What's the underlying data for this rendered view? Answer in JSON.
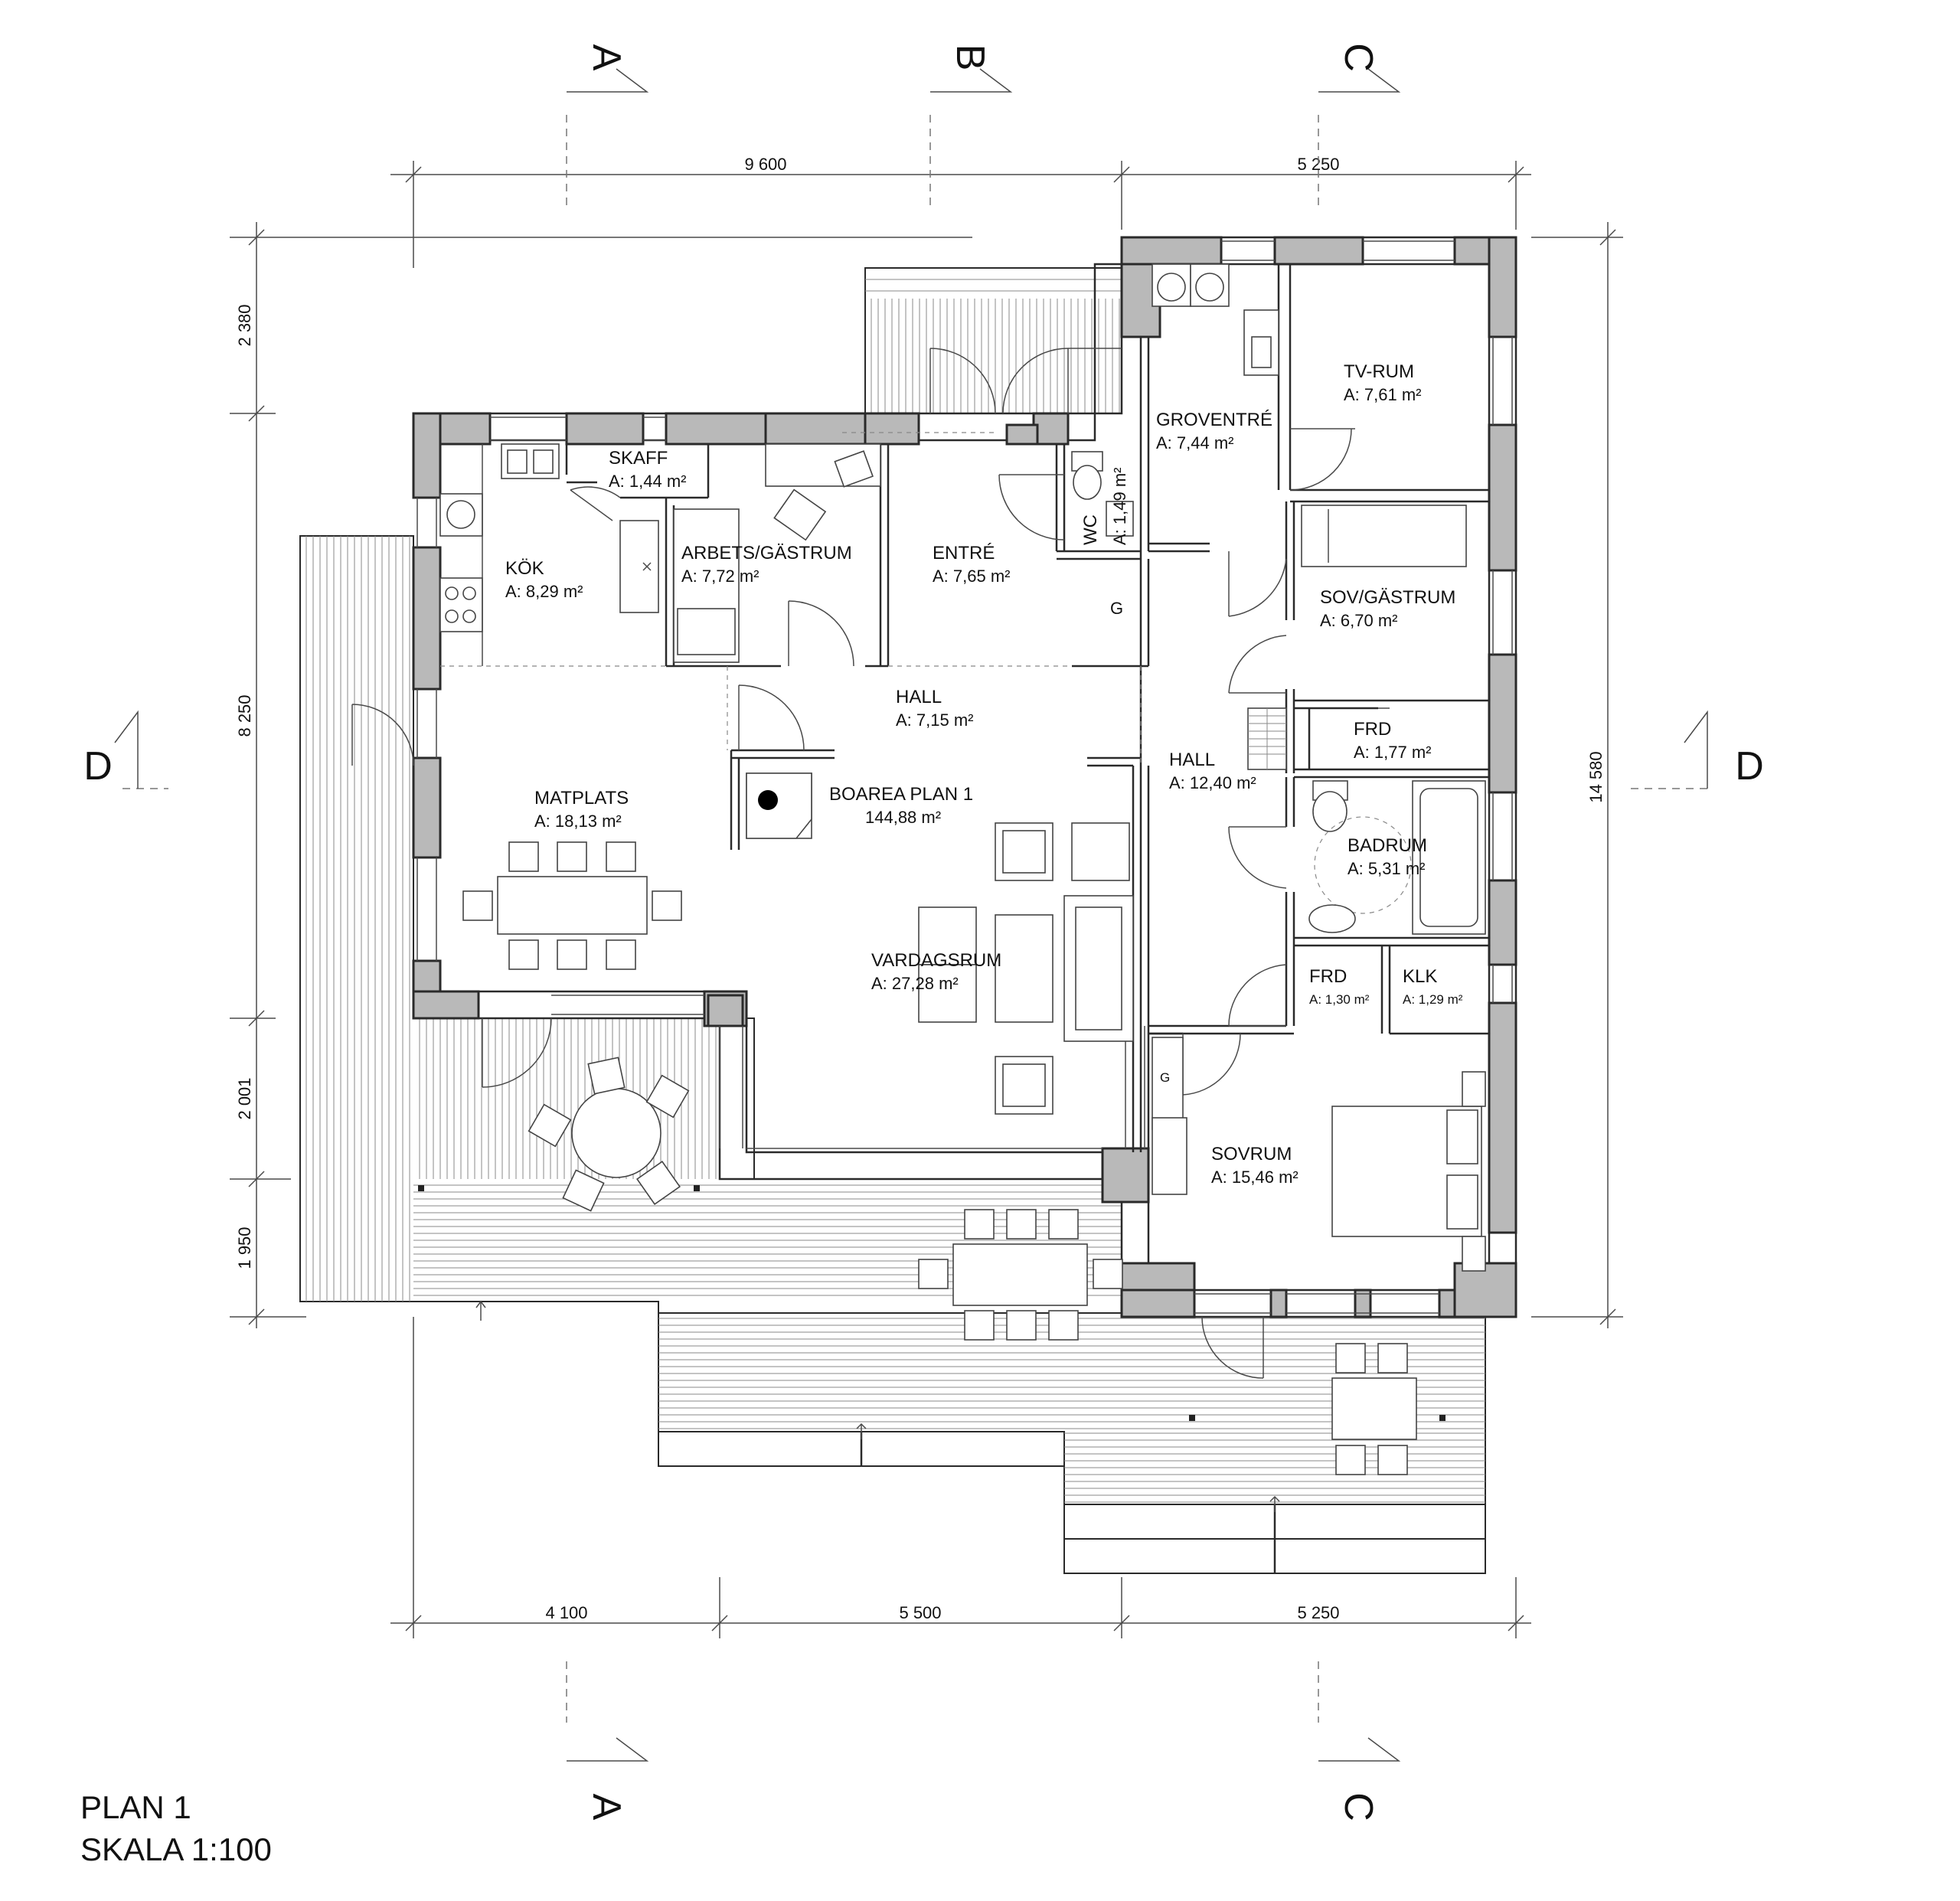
{
  "plan": {
    "title": "PLAN 1",
    "scale": "SKALA 1:100",
    "total_area_label": "BOAREA PLAN 1",
    "total_area_value": "144,88 m²"
  },
  "sections": {
    "A": "A",
    "B": "B",
    "C": "C",
    "D": "D"
  },
  "dimensions": {
    "top_left": "9 600",
    "top_right": "5 250",
    "bottom_1": "4 100",
    "bottom_2": "5 500",
    "bottom_3": "5 250",
    "left_1": "2 380",
    "left_2": "8 250",
    "left_3": "2 001",
    "left_4": "1 950",
    "right_total": "14 580"
  },
  "rooms": {
    "skaff": {
      "name": "SKAFF",
      "area": "A: 1,44 m²"
    },
    "kok": {
      "name": "KÖK",
      "area": "A: 8,29 m²"
    },
    "arbets": {
      "name": "ARBETS/GÄSTRUM",
      "area": "A: 7,72 m²"
    },
    "entre": {
      "name": "ENTRÉ",
      "area": "A: 7,65 m²"
    },
    "wc": {
      "name": "WC",
      "area": "A: 1,49 m²"
    },
    "g1": {
      "name": "G"
    },
    "g2": {
      "name": "G"
    },
    "groventre": {
      "name": "GROVENTRÉ",
      "area": "A: 7,44 m²"
    },
    "tvrum": {
      "name": "TV-RUM",
      "area": "A: 7,61 m²"
    },
    "sovgast": {
      "name": "SOV/GÄSTRUM",
      "area": "A: 6,70 m²"
    },
    "frd1": {
      "name": "FRD",
      "area": "A: 1,77 m²"
    },
    "hall1": {
      "name": "HALL",
      "area": "A: 7,15 m²"
    },
    "hall2": {
      "name": "HALL",
      "area": "A: 12,40 m²"
    },
    "matplats": {
      "name": "MATPLATS",
      "area": "A: 18,13 m²"
    },
    "badrum": {
      "name": "BADRUM",
      "area": "A: 5,31 m²"
    },
    "vardagsrum": {
      "name": "VARDAGSRUM",
      "area": "A: 27,28 m²"
    },
    "frd2": {
      "name": "FRD",
      "area": "A: 1,30 m²"
    },
    "klk": {
      "name": "KLK",
      "area": "A: 1,29 m²"
    },
    "sovrum": {
      "name": "SOVRUM",
      "area": "A: 15,46 m²"
    }
  }
}
